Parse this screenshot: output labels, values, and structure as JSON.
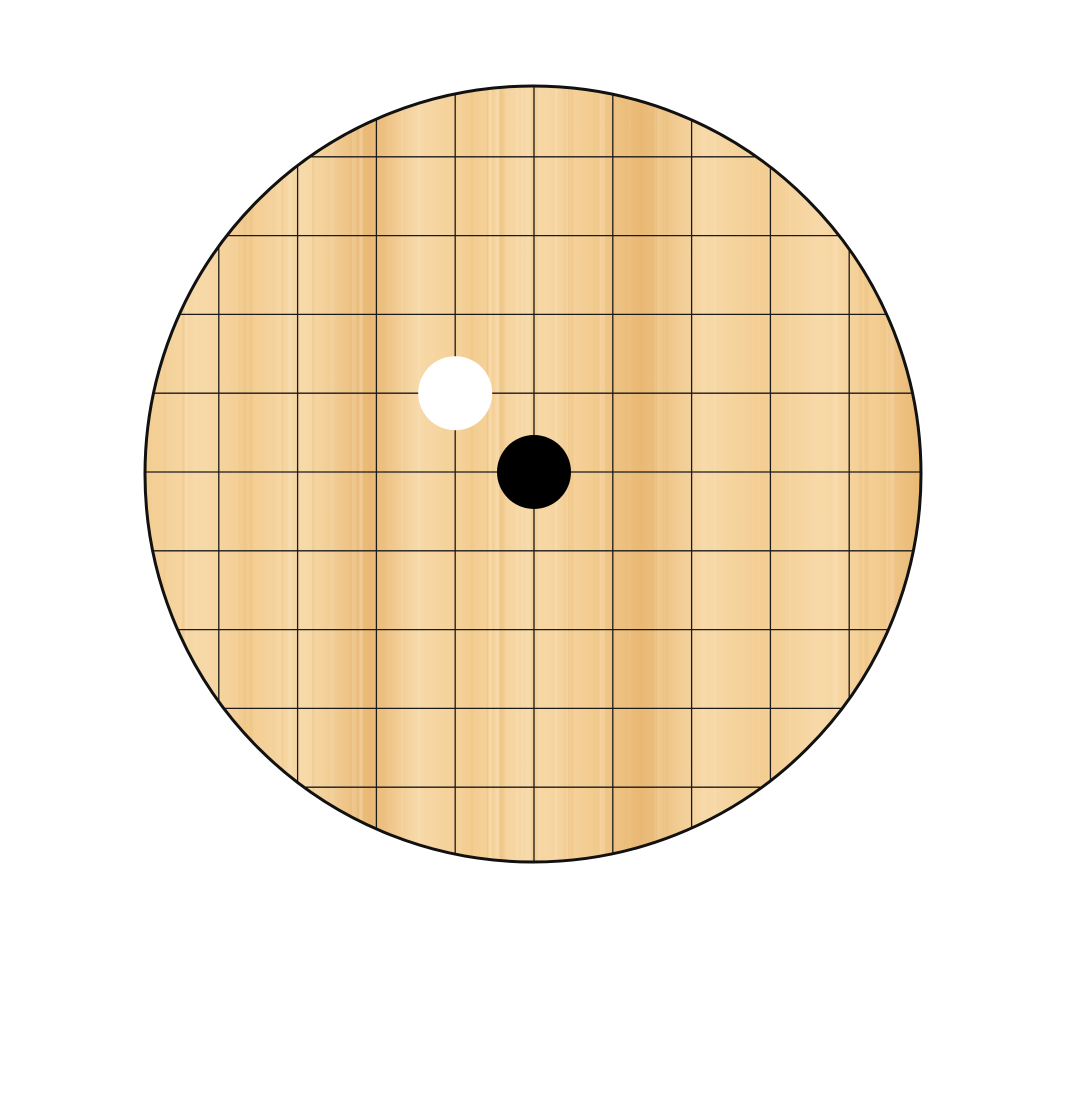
{
  "game": {
    "type": "go",
    "board_shape": "circle",
    "grid": {
      "columns": 11,
      "rows": 11
    },
    "colors": {
      "wood_light": "#f7d9a8",
      "wood_mid": "#f3cd92",
      "wood_dark": "#e9b874",
      "grid_line": "#1a1a1a",
      "board_edge": "#111111",
      "black_stone": "#000000",
      "white_stone": "#ffffff",
      "page_background": "#ffffff"
    },
    "stones": [
      {
        "color": "white",
        "col": 4,
        "row": 4
      },
      {
        "color": "black",
        "col": 5,
        "row": 5
      }
    ]
  }
}
